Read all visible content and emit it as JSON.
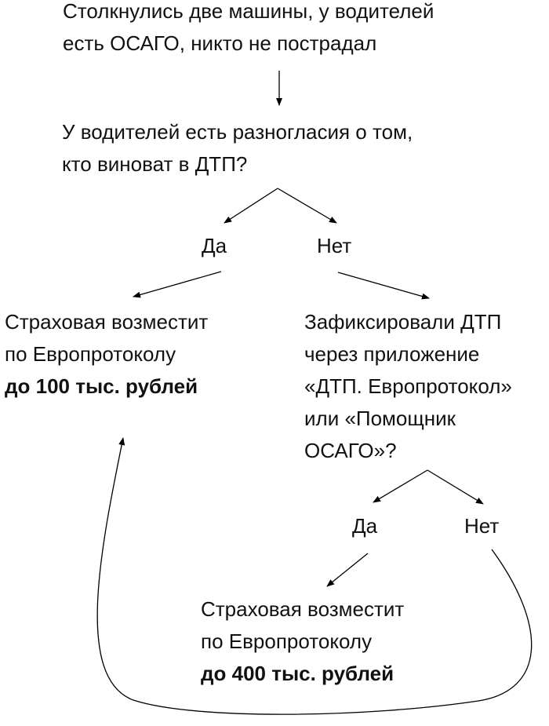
{
  "start": {
    "line1": "Столкнулись две машины, у водителей",
    "line2": "есть ОСАГО, никто не пострадал"
  },
  "question1": {
    "line1": "У водителей есть разногласия о том,",
    "line2": "кто виноват в ДТП?"
  },
  "branch1": {
    "yes": "Да",
    "no": "Нет"
  },
  "result_100": {
    "line1": "Страховая возместит",
    "line2": "по Европротоколу",
    "line3": "до 100 тыс. рублей"
  },
  "question2": {
    "line1": "Зафиксировали ДТП",
    "line2": "через приложение",
    "line3": "«ДТП. Европротокол»",
    "line4": "или «Помощник",
    "line5": "ОСАГО»?"
  },
  "branch2": {
    "yes": "Да",
    "no": "Нет"
  },
  "result_400": {
    "line1": "Страховая возместит",
    "line2": "по Европротоколу",
    "line3": "до 400 тыс. рублей"
  },
  "colors": {
    "text": "#111111",
    "arrow": "#000000",
    "background": "#ffffff"
  }
}
